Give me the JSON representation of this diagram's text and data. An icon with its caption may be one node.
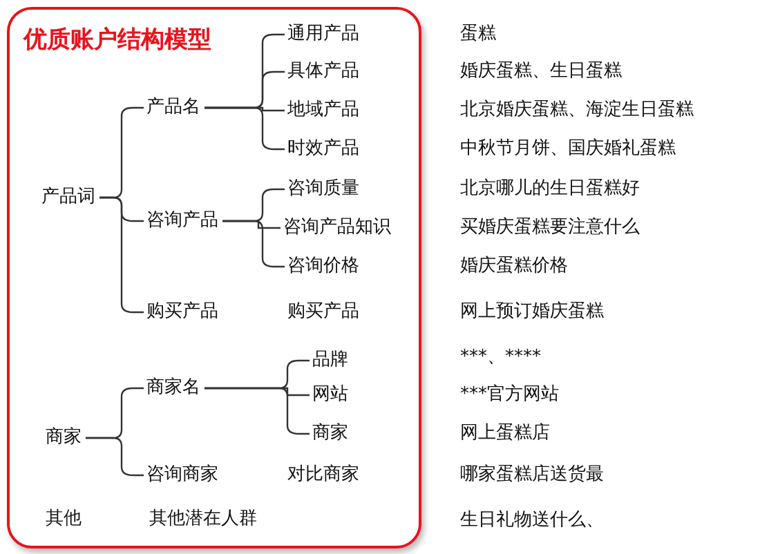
{
  "diagram": {
    "title": "优质账户结构模型",
    "nodes": [
      {
        "text": [],
        "shape": "box"
      },
      {
        "text": [
          "产品词"
        ],
        "in": 0
      },
      {
        "text": [
          "产品名"
        ],
        "in": 0
      },
      {
        "text": [
          "通用产品"
        ],
        "in": 0
      },
      {
        "text": [
          "具体产品"
        ],
        "in": 0
      },
      {
        "text": [
          "地域产品"
        ],
        "in": 0
      },
      {
        "text": [
          "时效产品"
        ],
        "in": 0
      },
      {
        "text": [
          "咨询产品"
        ],
        "in": 0
      },
      {
        "text": [
          "咨询质量"
        ],
        "in": 0
      },
      {
        "text": [
          "咨询产品知识"
        ],
        "in": 0
      },
      {
        "text": [
          "咨询价格"
        ],
        "in": 0
      },
      {
        "text": [
          "购买产品"
        ],
        "in": 0
      },
      {
        "text": [
          "购买产品"
        ],
        "in": 0
      },
      {
        "text": [
          "商家"
        ],
        "in": 0
      },
      {
        "text": [
          "商家名"
        ],
        "in": 0
      },
      {
        "text": [
          "品牌"
        ],
        "in": 0
      },
      {
        "text": [
          "网站"
        ],
        "in": 0
      },
      {
        "text": [
          "商家"
        ],
        "in": 0
      },
      {
        "text": [
          "咨询商家"
        ],
        "in": 0
      },
      {
        "text": [
          "对比商家"
        ],
        "in": 0
      },
      {
        "text": [
          "其他"
        ],
        "in": 0
      },
      {
        "text": [
          "其他潜在人群"
        ],
        "in": 0
      }
    ],
    "edges": [
      {
        "from": 1,
        "to": 2,
        "arrow": "none"
      },
      {
        "from": 1,
        "to": 7,
        "arrow": "none"
      },
      {
        "from": 1,
        "to": 11,
        "arrow": "none"
      },
      {
        "from": 2,
        "to": 3,
        "arrow": "none"
      },
      {
        "from": 2,
        "to": 4,
        "arrow": "none"
      },
      {
        "from": 2,
        "to": 5,
        "arrow": "none"
      },
      {
        "from": 2,
        "to": 6,
        "arrow": "none"
      },
      {
        "from": 7,
        "to": 8,
        "arrow": "none"
      },
      {
        "from": 7,
        "to": 9,
        "arrow": "none"
      },
      {
        "from": 7,
        "to": 10,
        "arrow": "none"
      },
      {
        "from": 13,
        "to": 14,
        "arrow": "none"
      },
      {
        "from": 13,
        "to": 18,
        "arrow": "none"
      },
      {
        "from": 14,
        "to": 15,
        "arrow": "none"
      },
      {
        "from": 14,
        "to": 16,
        "arrow": "none"
      },
      {
        "from": 14,
        "to": 17,
        "arrow": "none"
      }
    ],
    "labels": [
      "蛋糕",
      "婚庆蛋糕、生日蛋糕",
      "北京婚庆蛋糕、海淀生日蛋糕",
      "中秋节月饼、国庆婚礼蛋糕",
      "北京哪儿的生日蛋糕好",
      "买婚庆蛋糕要注意什么",
      "婚庆蛋糕价格",
      "网上预订婚庆蛋糕",
      "***、****",
      "***官方网站",
      "网上蛋糕店",
      "哪家蛋糕店送货最",
      "生日礼物送什么、"
    ]
  }
}
